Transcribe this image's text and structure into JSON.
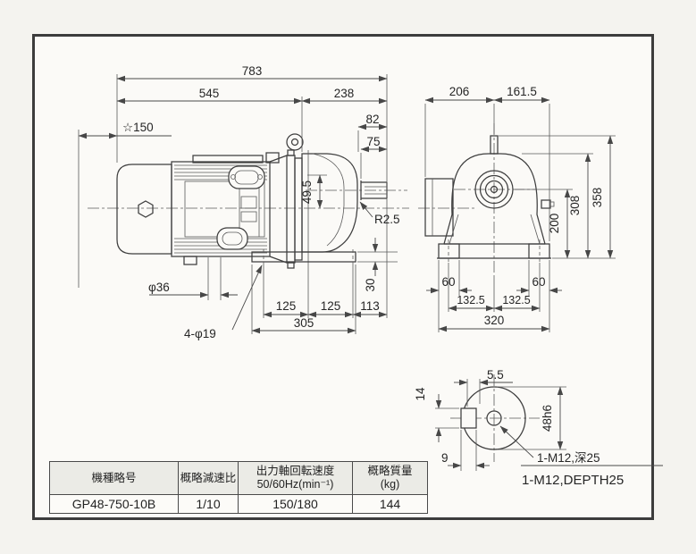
{
  "side_view": {
    "d783": "783",
    "d545": "545",
    "d238": "238",
    "d150": "☆150",
    "d82": "82",
    "d75": "75",
    "d49_5": "49.5",
    "dR2_5": "R2.5",
    "d30": "30",
    "d125a": "125",
    "d125b": "125",
    "d113": "113",
    "d305": "305",
    "dphi36": "φ36",
    "d4phi19": "4-φ19"
  },
  "end_view": {
    "d206": "206",
    "d161_5": "161.5",
    "d358": "358",
    "d308": "308",
    "d200": "200",
    "d60l": "60",
    "d60r": "60",
    "d132_5a": "132.5",
    "d132_5b": "132.5",
    "d320": "320"
  },
  "shaft_detail": {
    "d5_5": "5.5",
    "d14": "14",
    "d9": "9",
    "d48h6": "48h6",
    "tap_jp": "1-M12,深25",
    "tap_en": "1-M12,DEPTH25"
  },
  "spec_table": {
    "col_model": "機種略号",
    "col_ratio": "概略減速比",
    "col_speed_line1": "出力軸回転速度",
    "col_speed_line2": "50/60Hz(min⁻¹)",
    "col_mass_line1": "概略質量",
    "col_mass_line2": "(kg)",
    "row": {
      "model": "GP48-750-10B",
      "ratio": "1/10",
      "speed": "150/180",
      "mass": "144"
    }
  }
}
